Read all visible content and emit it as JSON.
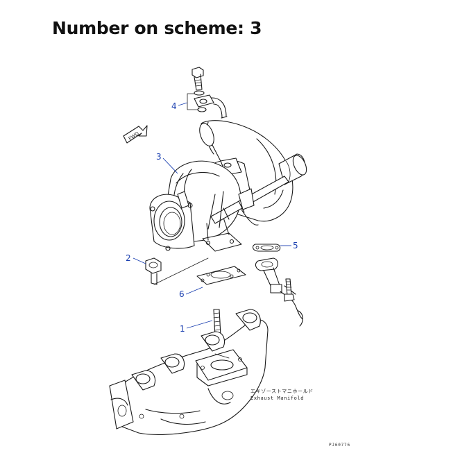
{
  "header": {
    "title": "Number on scheme: 3"
  },
  "diagram": {
    "fwd_label": "FWD",
    "callouts": [
      {
        "number": "1"
      },
      {
        "number": "2"
      },
      {
        "number": "3"
      },
      {
        "number": "4"
      },
      {
        "number": "5"
      },
      {
        "number": "6"
      }
    ],
    "manifold_label_jp": "エキゾーストマニホールド",
    "manifold_label_en": "Exhaust Manifold",
    "drawing_code": "PJ60776"
  },
  "colors": {
    "callout": "#1a3fb0",
    "line": "#1a1a1a",
    "background": "#ffffff"
  }
}
